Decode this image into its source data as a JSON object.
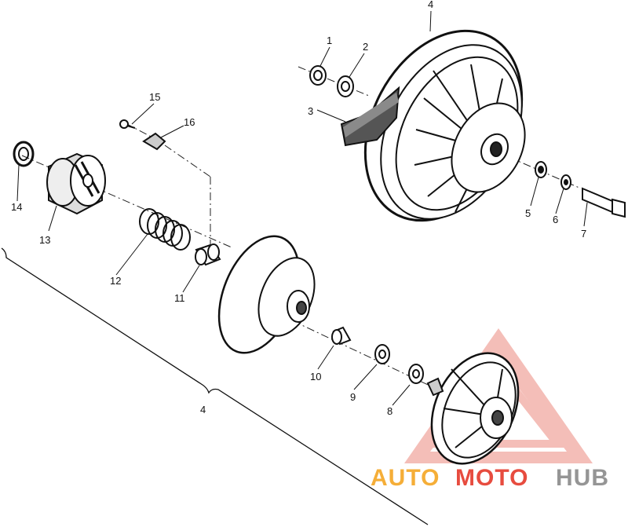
{
  "callouts": {
    "c1": "1",
    "c2": "2",
    "c3": "3",
    "c4_top": "4",
    "c5": "5",
    "c6": "6",
    "c7": "7",
    "c8": "8",
    "c9": "9",
    "c10": "10",
    "c11": "11",
    "c12": "12",
    "c13": "13",
    "c14": "14",
    "c15": "15",
    "c16": "16",
    "c4_bracket": "4"
  },
  "watermark": {
    "part1": "AUTO",
    "part2": "MOTO",
    "part3": "HUB",
    "colors": {
      "orange": "#f5a623",
      "red": "#e5392b",
      "gray": "#8a8a8a"
    }
  }
}
